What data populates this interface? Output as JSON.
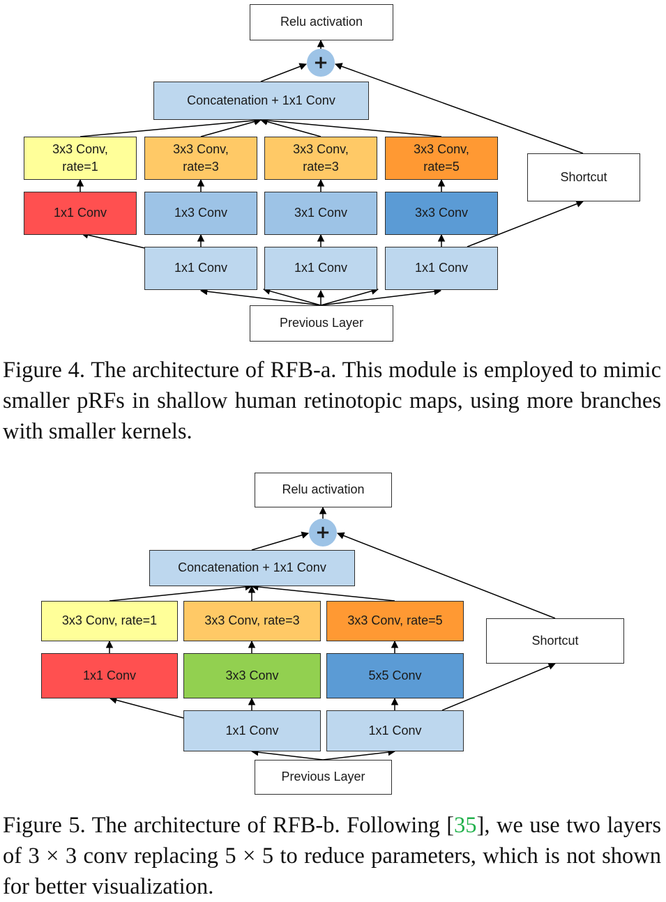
{
  "colors": {
    "white": "#ffffff",
    "light_blue": "#bdd7ee",
    "mid_blue": "#9dc3e6",
    "dark_blue": "#5b9bd5",
    "red": "#ff5050",
    "light_yellow": "#ffff99",
    "light_orange": "#ffc966",
    "orange": "#ff9933",
    "green": "#92d050"
  },
  "fig4": {
    "relu": "Relu activation",
    "plus": "+",
    "concat": "Concatenation + 1x1 Conv",
    "dil1_line1": "3x3 Conv,",
    "dil1_line2": "rate=1",
    "dil2_line1": "3x3 Conv,",
    "dil2_line2": "rate=3",
    "dil3_line1": "3x3 Conv,",
    "dil3_line2": "rate=3",
    "dil4_line1": "3x3 Conv,",
    "dil4_line2": "rate=5",
    "b1_conv": "1x1 Conv",
    "b2_conv": "1x3 Conv",
    "b3_conv": "3x1 Conv",
    "b4_conv": "3x3 Conv",
    "b2_in": "1x1 Conv",
    "b3_in": "1x1 Conv",
    "b4_in": "1x1 Conv",
    "shortcut": "Shortcut",
    "prev": "Previous Layer"
  },
  "caption4": "Figure 4. The architecture of RFB-a.  This module is employed to mimic smaller pRFs in shallow human retinotopic maps, using more branches with smaller kernels.",
  "fig5": {
    "relu": "Relu activation",
    "plus": "+",
    "concat": "Concatenation + 1x1 Conv",
    "dil1": "3x3 Conv, rate=1",
    "dil2": "3x3 Conv, rate=3",
    "dil3": "3x3 Conv, rate=5",
    "b1_conv": "1x1 Conv",
    "b2_conv": "3x3 Conv",
    "b3_conv": "5x5 Conv",
    "b2_in": "1x1 Conv",
    "b3_in": "1x1 Conv",
    "shortcut": "Shortcut",
    "prev": "Previous Layer"
  },
  "caption5": {
    "before": "Figure 5. The architecture of RFB-b. Following [",
    "cite": "35",
    "after": "], we use two layers of 3 × 3 conv replacing 5 × 5 to reduce parameters, which is not shown for better visualization."
  }
}
